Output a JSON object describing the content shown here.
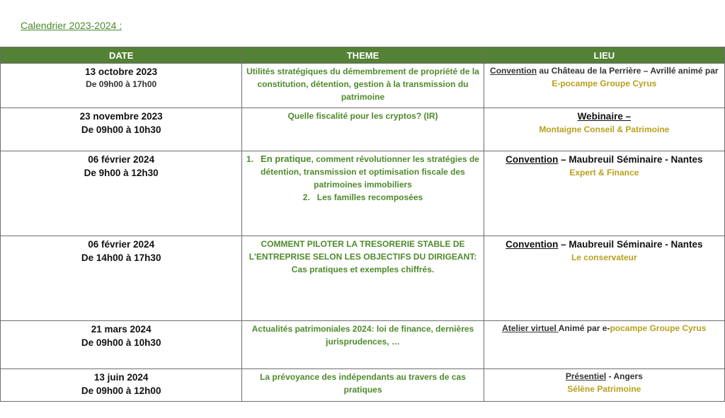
{
  "caption": "Calendrier 2023-2024 :",
  "headers": {
    "date": "DATE",
    "theme": "THEME",
    "lieu": "LIEU"
  },
  "rows": [
    {
      "date": "13 octobre 2023",
      "time": "De 09h00 à 17h00",
      "theme": "Utilités stratégiques du démembrement de propriété de la constitution, détention, gestion à la transmission du patrimoine",
      "lieu_type": "Convention",
      "lieu_text": " au Château de la Perrière – Avrillé animé par",
      "lieu_org": "E-pocampe Groupe Cyrus"
    },
    {
      "date": "23 novembre 2023",
      "time": "De 09h00 à 10h30",
      "theme": "Quelle fiscalité pour les cryptos? (IR)",
      "lieu_type": "Webinaire –",
      "lieu_org": "Montaigne Conseil & Patrimoine"
    },
    {
      "date": "06 février 2024",
      "time": "De 9h00 à 12h30",
      "theme_list": [
        {
          "num": "1.",
          "lead": "En pratique",
          "text": ", comment révolutionner les stratégies de détention, transmission et optimisation fiscale des patrimoines immobiliers"
        },
        {
          "num": "2.",
          "text": "Les familles recomposées"
        }
      ],
      "lieu_type": "Convention",
      "lieu_text": " – Maubreuil Séminaire - Nantes",
      "lieu_org": "Expert & Finance"
    },
    {
      "date": "06 février 2024",
      "time": "De 14h00 à 17h30",
      "theme": "COMMENT PILOTER LA TRESORERIE STABLE DE L'ENTREPRISE SELON LES OBJECTIFS DU DIRIGEANT: Cas pratiques et exemples chiffrés.",
      "lieu_type": "Convention",
      "lieu_text": " – Maubreuil Séminaire - Nantes",
      "lieu_org": "Le conservateur"
    },
    {
      "date": "21 mars 2024",
      "time": "De 09h00 à 10h30",
      "theme": "Actualités patrimoniales 2024: loi de finance, dernières jurisprudences, …",
      "lieu_type": "Atelier virtuel ",
      "lieu_text": "Animé par e-",
      "lieu_org": "pocampe Groupe Cyrus"
    },
    {
      "date": "13 juin 2024",
      "time": "De 09h00 à 12h00",
      "theme": "La prévoyance des indépendants au travers de cas pratiques",
      "lieu_type": "Présentiel",
      "lieu_text": " - Angers",
      "lieu_org": "Sélène Patrimoine"
    }
  ],
  "colors": {
    "header_bg": "#538135",
    "theme_green": "#4e8a2b",
    "org_gold": "#b8a01d"
  }
}
